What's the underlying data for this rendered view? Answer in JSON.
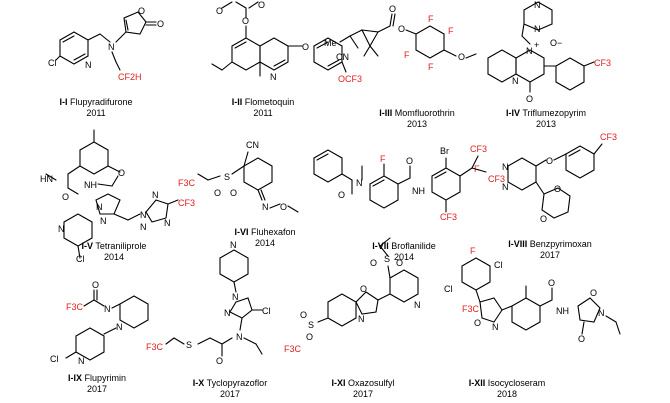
{
  "compounds": [
    {
      "label": "I-I",
      "name": "Flupyradifurone",
      "year": "2011"
    },
    {
      "label": "I-II",
      "name": "Flometoquin",
      "year": "2011"
    },
    {
      "label": "I-III",
      "name": "Momfluorothrin",
      "year": "2013"
    },
    {
      "label": "I-IV",
      "name": "Triflumezopyrim",
      "year": "2013"
    },
    {
      "label": "I-V",
      "name": "Tetraniliprole",
      "year": "2014"
    },
    {
      "label": "I-VI",
      "name": "Fluhexafon",
      "year": "2014"
    },
    {
      "label": "I-VII",
      "name": "Broflanilide",
      "year": "2014"
    },
    {
      "label": "I-VIII",
      "name": "Benzpyrimoxan",
      "year": "2017"
    },
    {
      "label": "I-IX",
      "name": "Flupyrimin",
      "year": "2017"
    },
    {
      "label": "I-X",
      "name": "Tyclopyrazoflor",
      "year": "2017"
    },
    {
      "label": "I-XI",
      "name": "Oxazosulfyl",
      "year": "2017"
    },
    {
      "label": "I-XII",
      "name": "Isocycloseram",
      "year": "2018"
    }
  ],
  "atoms": {
    "cl": "Cl",
    "n": "N",
    "o": "O",
    "s": "S",
    "f": "F",
    "br": "Br",
    "nh": "NH",
    "hn": "HN",
    "cn": "CN",
    "cf3": "CF3",
    "f3c": "F3C",
    "cf2h": "CF2H",
    "ocf3": "OCF3",
    "me": "Me",
    "o_minus": "O−",
    "plus": "+"
  },
  "colors": {
    "highlight": "#e02020",
    "bond": "#000000"
  }
}
